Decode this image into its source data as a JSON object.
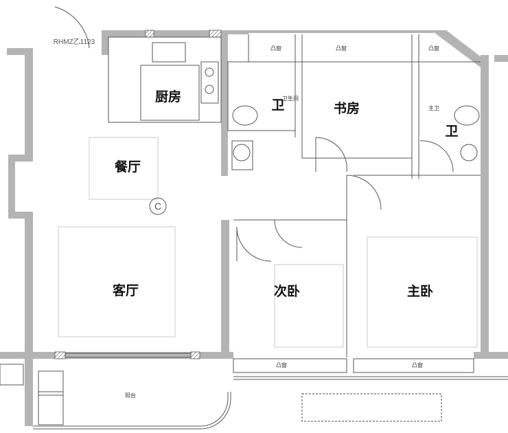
{
  "plan": {
    "door_code": "RHMZ乙1123",
    "rooms": {
      "kitchen": "厨房",
      "bath1": "卫",
      "study": "书房",
      "bath2": "卫",
      "dining": "餐厅",
      "living": "客厅",
      "second_bedroom": "次卧",
      "master_bedroom": "主卧",
      "balcony": "阳台"
    },
    "small_labels": {
      "bay_window_1": "凸窗",
      "bay_window_2": "凸窗",
      "bay_window_3": "凸窗",
      "bay_window_4": "凸窗",
      "bay_window_5": "凸窗",
      "master_bath_tag": "主卫",
      "bath_tag": "卫生间"
    },
    "marker": "C",
    "wall_color": "#b4b4b4"
  }
}
